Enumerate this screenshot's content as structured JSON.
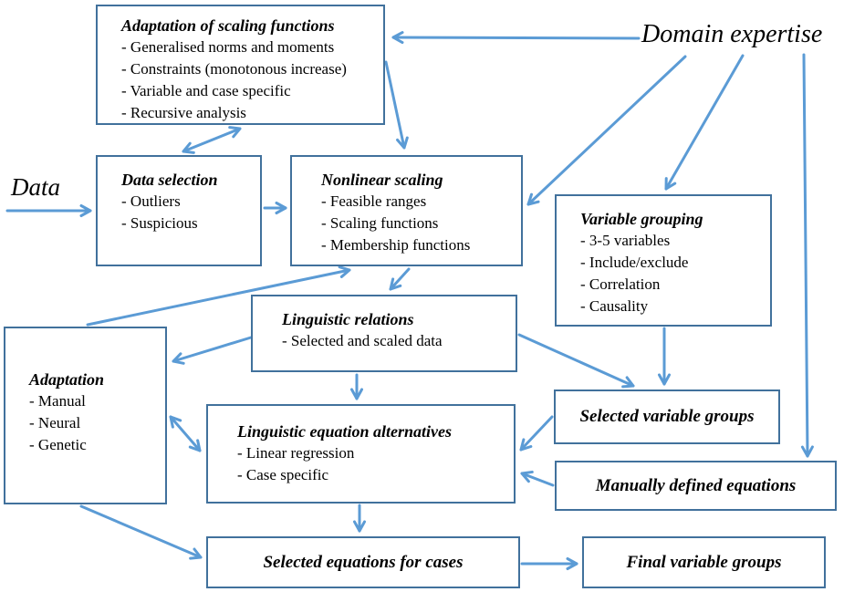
{
  "labels": {
    "data": "Data",
    "domain_expertise": "Domain expertise"
  },
  "boxes": {
    "adaptation_scaling": {
      "title": "Adaptation of scaling functions",
      "items": [
        "- Generalised norms and moments",
        "- Constraints (monotonous increase)",
        "- Variable and case specific",
        "- Recursive analysis"
      ]
    },
    "data_selection": {
      "title": "Data selection",
      "items": [
        "- Outliers",
        "- Suspicious"
      ]
    },
    "nonlinear_scaling": {
      "title": "Nonlinear scaling",
      "items": [
        "- Feasible ranges",
        "- Scaling functions",
        "- Membership functions"
      ]
    },
    "variable_grouping": {
      "title": "Variable grouping",
      "items": [
        "- 3-5 variables",
        "- Include/exclude",
        "- Correlation",
        "- Causality"
      ]
    },
    "linguistic_relations": {
      "title": "Linguistic relations",
      "items": [
        "- Selected and scaled data"
      ]
    },
    "adaptation": {
      "title": "Adaptation",
      "items": [
        "- Manual",
        "- Neural",
        "- Genetic"
      ]
    },
    "linguistic_equation_alternatives": {
      "title": "Linguistic equation alternatives",
      "items": [
        "- Linear regression",
        "- Case specific"
      ]
    },
    "selected_variable_groups": {
      "title": "Selected variable groups"
    },
    "manually_defined_equations": {
      "title": "Manually defined equations"
    },
    "selected_equations_for_cases": {
      "title": "Selected equations for cases"
    },
    "final_variable_groups": {
      "title": "Final variable groups"
    }
  },
  "colors": {
    "arrow": "#5B9BD5",
    "box_border": "#41719C",
    "text": "#000000",
    "background": "#FFFFFF"
  }
}
